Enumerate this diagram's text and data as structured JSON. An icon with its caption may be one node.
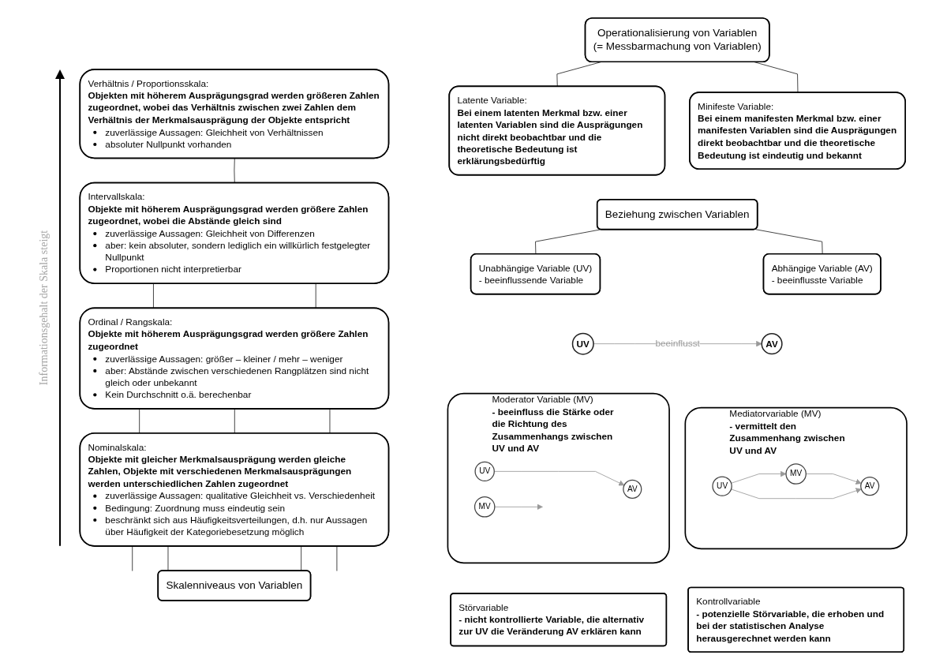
{
  "diagram": {
    "nodes": [
      {
        "text": [
          "Verhältnis / Proportionsskala:",
          "Objekten mit höherem Ausprägungsgrad werden größeren Zahlen zugeordnet, wobei das Verhältnis zwischen zwei Zahlen dem Verhältnis der Merkmalsausprägung der Objekte entspricht",
          "zuverlässige Aussagen: Gleichheit von Verhältnissen",
          "absoluter Nullpunkt vorhanden"
        ]
      },
      {
        "text": [
          "Intervallskala:",
          "Objekte mit höherem Ausprägungsgrad werden größere Zahlen zugeordnet, wobei die Abstände gleich sind",
          "zuverlässige Aussagen: Gleichheit von Differenzen",
          "aber: kein absoluter, sondern lediglich ein willkürlich festgelegter Nullpunkt",
          "Proportionen nicht interpretierbar"
        ]
      },
      {
        "text": [
          "Ordinal / Rangskala:",
          "Objekte mit höherem Ausprägungsgrad werden größere Zahlen zugeordnet",
          "zuverlässige Aussagen: größer – kleiner / mehr – weniger",
          "aber: Abstände zwischen verschiedenen Rangplätzen sind nicht gleich oder unbekannt",
          "Kein Durchschnitt o.ä. berechenbar"
        ]
      },
      {
        "text": [
          "Nominalskala:",
          "Objekte mit gleicher Merkmalsausprägung werden gleiche Zahlen, Objekte mit verschiedenen Merkmalsausprägungen werden unterschiedlichen Zahlen zugeordnet",
          "zuverlässige Aussagen: qualitative Gleichheit vs. Verschiedenheit",
          "Bedingung: Zuordnung muss eindeutig sein",
          "beschränkt sich aus Häufigkeitsverteilungen, d.h. nur Aussagen über Häufigkeit der Kategoriebesetzung möglich"
        ]
      },
      {
        "text": [
          "Skalenniveaus von Variablen"
        ]
      },
      {
        "text": [
          "Operationalisierung von Variablen",
          "(= Messbarmachung von Variablen)"
        ]
      },
      {
        "text": [
          "Latente Variable:",
          "Bei einem latenten Merkmal bzw. einer latenten Variablen sind die Ausprägungen nicht direkt beobachtbar und die theoretische Bedeutung ist erklärungsbedürftig"
        ]
      },
      {
        "text": [
          "Minifeste Variable:",
          "Bei einem manifesten Merkmal bzw. einer manifesten Variablen sind die Ausprägungen direkt beobachtbar und die theoretische Bedeutung ist eindeutig und bekannt"
        ]
      },
      {
        "text": [
          "Beziehung zwischen Variablen"
        ]
      },
      {
        "text": [
          "Unabhängige Variable (UV)",
          "- beeinflussende Variable"
        ]
      },
      {
        "text": [
          "Abhängige Variable (AV)",
          "- beeinflusste Variable"
        ]
      },
      {
        "text": [
          "UV"
        ]
      },
      {
        "text": [
          "AV"
        ]
      },
      {
        "text": [
          "Moderator Variable (MV)",
          "- beeinfluss die Stärke oder die Richtung des Zusammenhangs zwischen UV und AV"
        ]
      },
      {
        "text": [
          "UV"
        ],
        "in": 13
      },
      {
        "text": [
          "AV"
        ],
        "in": 13
      },
      {
        "text": [
          "MV"
        ],
        "in": 13
      },
      {
        "text": [
          "Mediatorvariable (MV)",
          "- vermittelt den Zusammenhang zwischen UV und AV"
        ]
      },
      {
        "text": [
          "MV"
        ],
        "in": 17
      },
      {
        "text": [
          "UV"
        ],
        "in": 17
      },
      {
        "text": [
          "AV"
        ],
        "in": 17
      },
      {
        "text": [
          "Störvariable",
          "- nicht kontrollierte Variable, die alternativ zur UV die Veränderung AV erklären kann"
        ]
      },
      {
        "text": [
          "Kontrollvariable",
          "- potenzielle Störvariable, die erhoben und bei der statistischen Analyse herausgerechnet werden kann"
        ]
      }
    ],
    "edges": [
      {
        "from": 0,
        "to": 1,
        "arrow": "none"
      },
      {
        "from": 1,
        "to": 2,
        "arrow": "none"
      },
      {
        "from": 1,
        "to": 2,
        "arrow": "none"
      },
      {
        "from": 2,
        "to": 3,
        "arrow": "none"
      },
      {
        "from": 2,
        "to": 3,
        "arrow": "none"
      },
      {
        "from": 2,
        "to": 3,
        "arrow": "none"
      },
      {
        "from": 3,
        "to": 4,
        "arrow": "none"
      },
      {
        "from": 3,
        "to": 4,
        "arrow": "none"
      },
      {
        "from": 3,
        "to": 4,
        "arrow": "none"
      },
      {
        "from": 3,
        "to": 4,
        "arrow": "none"
      },
      {
        "from": 5,
        "to": 6,
        "arrow": "none"
      },
      {
        "from": 5,
        "to": 7,
        "arrow": "none"
      },
      {
        "from": 8,
        "to": 9,
        "arrow": "none"
      },
      {
        "from": 8,
        "to": 10,
        "arrow": "none"
      },
      {
        "from": 11,
        "to": 12,
        "arrow": "to",
        "label": "beeinflusst",
        "color": "#999999"
      },
      {
        "from": 14,
        "to": 15,
        "arrow": "to",
        "color": "#999999"
      },
      {
        "from": 16,
        "to": null,
        "arrow": "to",
        "color": "#999999"
      },
      {
        "from": 19,
        "to": 18,
        "arrow": "to",
        "color": "#999999"
      },
      {
        "from": 18,
        "to": 20,
        "arrow": "to",
        "color": "#999999"
      },
      {
        "from": 19,
        "to": 20,
        "arrow": "to",
        "color": "#999999"
      }
    ],
    "labels": [
      "Informationsgehalt der Skala steigt"
    ]
  }
}
